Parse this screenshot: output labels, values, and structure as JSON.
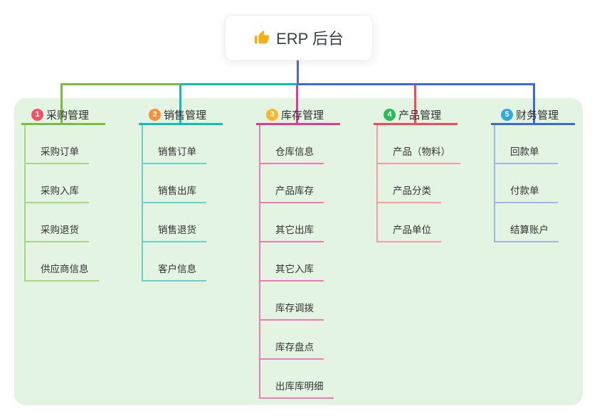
{
  "root": {
    "label": "ERP 后台",
    "icon": "thumbs-up-icon",
    "icon_color": "#f3b01c"
  },
  "connectors": {
    "stem_color": "#5565c6"
  },
  "branches": [
    {
      "index": "1",
      "label": "采购管理",
      "badge_color": "#f0516b",
      "line_color": "#7bbc3f",
      "child_line_color": "#a4d686",
      "children": [
        "采购订单",
        "采购入库",
        "采购退货",
        "供应商信息"
      ]
    },
    {
      "index": "2",
      "label": "销售管理",
      "badge_color": "#f68e3a",
      "line_color": "#12bdb2",
      "child_line_color": "#66d2cb",
      "children": [
        "销售订单",
        "销售出库",
        "销售退货",
        "客户信息"
      ]
    },
    {
      "index": "3",
      "label": "库存管理",
      "badge_color": "#f8b62c",
      "line_color": "#e23b94",
      "child_line_color": "#f07ab8",
      "children": [
        "仓库信息",
        "产品库存",
        "其它出库",
        "其它入库",
        "库存调拨",
        "库存盘点",
        "出库库明细"
      ]
    },
    {
      "index": "4",
      "label": "产品管理",
      "badge_color": "#2eba52",
      "line_color": "#f4495b",
      "child_line_color": "#f79aa1",
      "children": [
        "产品（物料）",
        "产品分类",
        "产品单位"
      ]
    },
    {
      "index": "5",
      "label": "财务管理",
      "badge_color": "#30a8e0",
      "line_color": "#3f68d9",
      "child_line_color": "#9fb5e3",
      "children": [
        "回款单",
        "付款单",
        "结算账户"
      ]
    }
  ]
}
